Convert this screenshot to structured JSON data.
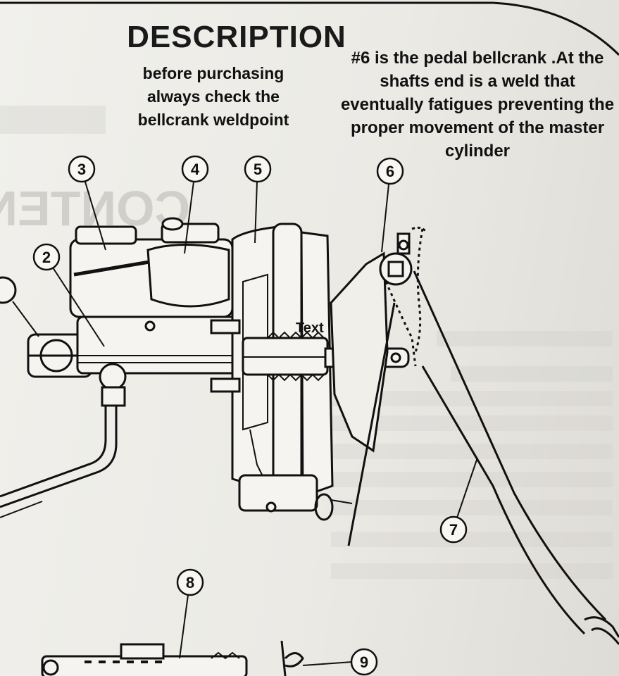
{
  "title": "DESCRIPTION",
  "notes": {
    "left": "before purchasing always check the bellcrank weldpoint",
    "right": "#6 is the pedal bellcrank .At the shafts end is a weld that eventually fatigues preventing the proper movement of the master cylinder"
  },
  "text_label": "Text",
  "callouts": [
    "2",
    "3",
    "4",
    "5",
    "6",
    "7",
    "8",
    "9"
  ],
  "background_contents": {
    "heading": "CONTENTS"
  },
  "colors": {
    "paper": "#ecebe6",
    "ink": "#111111"
  }
}
